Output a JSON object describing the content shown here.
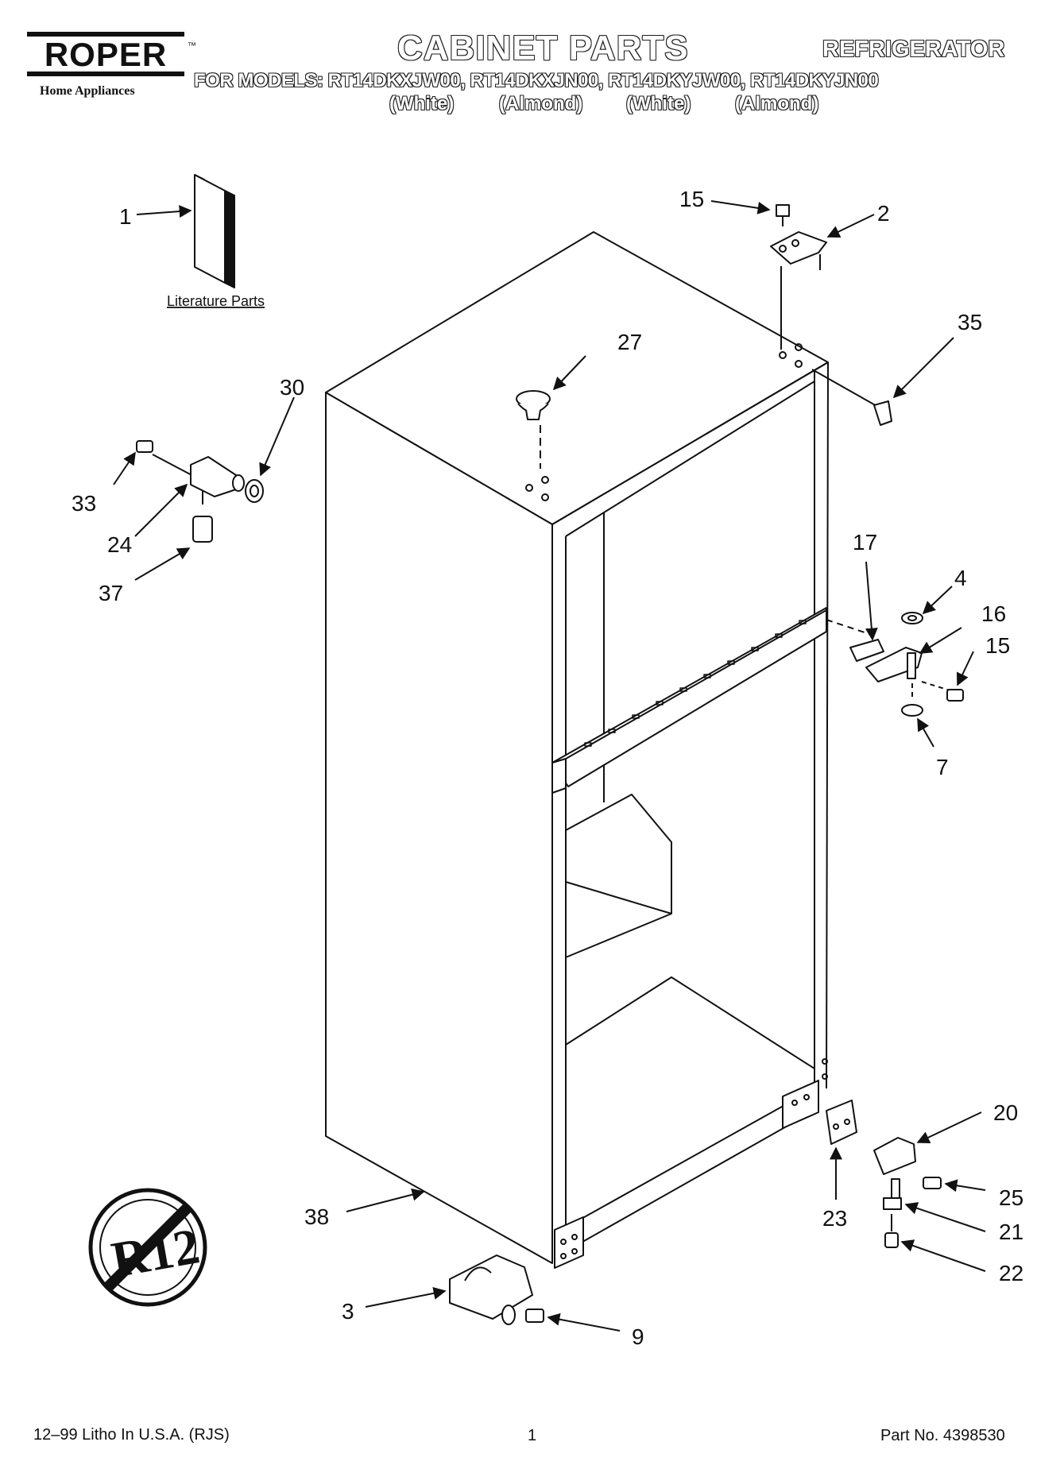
{
  "header": {
    "brand": "ROPER",
    "brand_tm": "™",
    "brand_sub": "Home Appliances",
    "title": "CABINET PARTS",
    "category": "REFRIGERATOR",
    "models_line": "FOR MODELS: RT14DKXJW00, RT14DKXJN00, RT14DKYJW00, RT14DKYJN00",
    "variants": [
      "(White)",
      "(Almond)",
      "(White)",
      "(Almond)"
    ]
  },
  "diagram": {
    "literature_label": "Literature Parts",
    "badge_text": "R12",
    "callouts": [
      "1",
      "2",
      "3",
      "4",
      "7",
      "9",
      "15",
      "15",
      "16",
      "17",
      "20",
      "21",
      "22",
      "23",
      "24",
      "25",
      "27",
      "30",
      "33",
      "35",
      "37",
      "38"
    ]
  },
  "footer": {
    "left": "12–99 Litho In U.S.A. (RJS)",
    "page": "1",
    "right": "Part No. 4398530"
  }
}
